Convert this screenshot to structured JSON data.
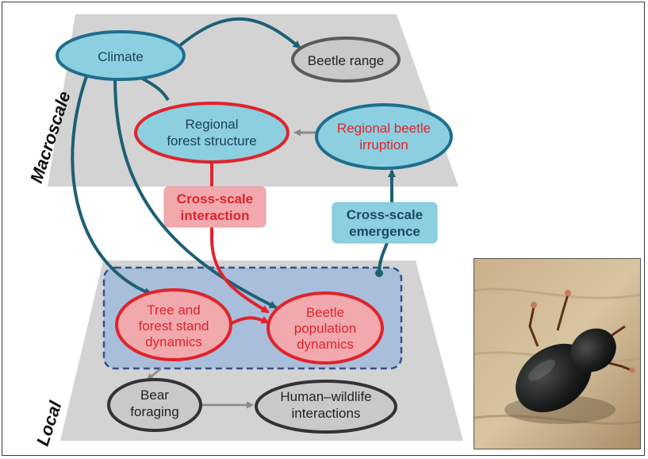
{
  "levels": {
    "macroscale": "Macroscale",
    "local": "Local"
  },
  "nodes": {
    "climate": "Climate",
    "beetle_range": "Beetle range",
    "regional_forest_structure": [
      "Regional",
      "forest structure"
    ],
    "regional_beetle_irruption": [
      "Regional beetle",
      "irruption"
    ],
    "tree_forest_stand": [
      "Tree and",
      "forest stand",
      "dynamics"
    ],
    "beetle_population": [
      "Beetle",
      "population",
      "dynamics"
    ],
    "bear_foraging": [
      "Bear",
      "foraging"
    ],
    "human_wildlife": [
      "Human–wildlife",
      "interactions"
    ]
  },
  "labels": {
    "cross_scale_interaction": [
      "Cross-scale",
      "interaction"
    ],
    "cross_scale_emergence": [
      "Cross-scale",
      "emergence"
    ]
  },
  "colors": {
    "plane": "#d3d3d3",
    "blue_fill": "#8ccfe0",
    "blue_stroke": "#1f6e8c",
    "red": "#e0232b",
    "red_fill": "#f2a9ad",
    "gray_fill": "#c9c9c9",
    "gray_stroke": "#5a5a5a",
    "arrow_dark": "#1d5f74",
    "box_fill": "#a9bedb",
    "box_stroke": "#37508a"
  },
  "photo": {
    "subject": "mountain-pine-beetle-photo"
  }
}
